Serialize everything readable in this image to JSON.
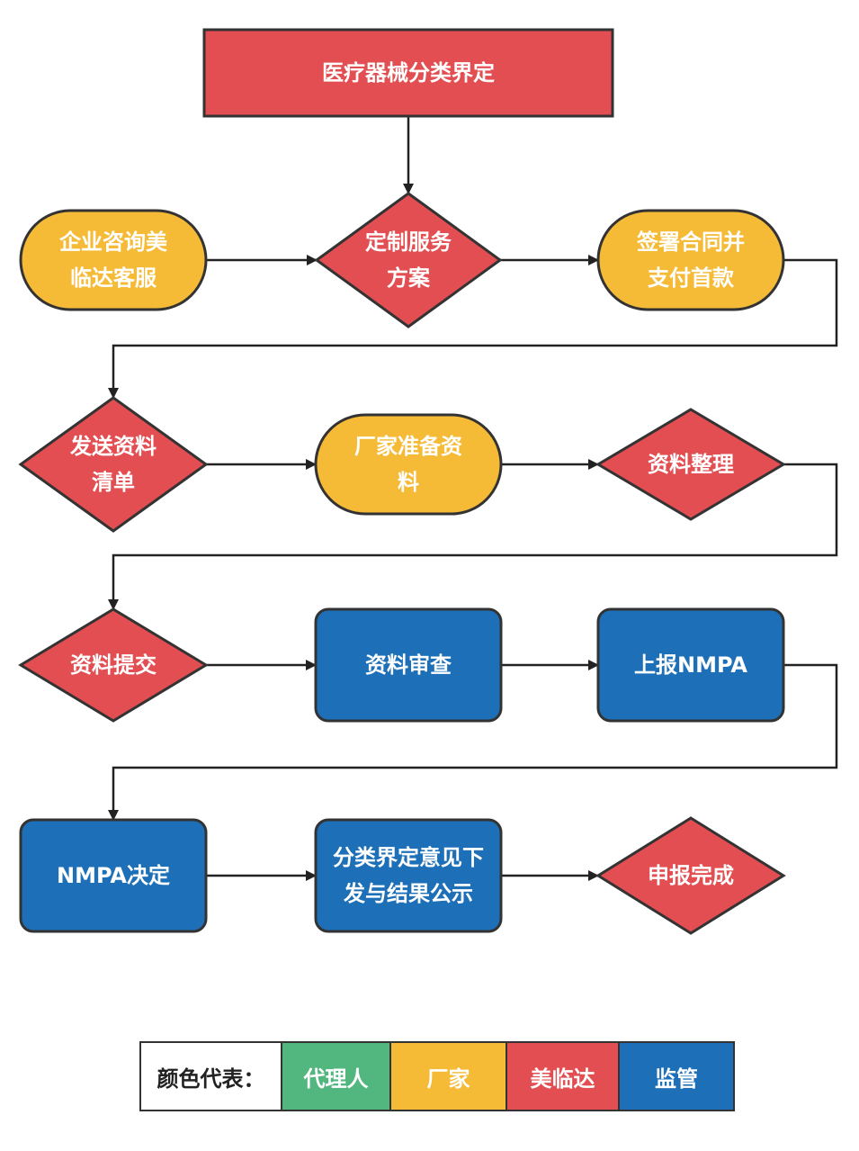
{
  "title": "医疗器械分类界定",
  "colors": {
    "agent": "#52b77e",
    "manufacturer": "#f5bb37",
    "meilinda": "#e24e51",
    "regulator": "#1d70b7",
    "stroke": "#333333"
  },
  "nodes": [
    {
      "id": "n0",
      "shape": "rect",
      "role": "meilinda",
      "lines": [
        "医疗器械分类界定"
      ]
    },
    {
      "id": "n1",
      "shape": "stadium",
      "role": "manufacturer",
      "lines": [
        "企业咨询美",
        "临达客服"
      ]
    },
    {
      "id": "n2",
      "shape": "diamond",
      "role": "meilinda",
      "lines": [
        "定制服务",
        "方案"
      ]
    },
    {
      "id": "n3",
      "shape": "stadium",
      "role": "manufacturer",
      "lines": [
        "签署合同并",
        "支付首款"
      ]
    },
    {
      "id": "n4",
      "shape": "diamond",
      "role": "meilinda",
      "lines": [
        "发送资料",
        "清单"
      ]
    },
    {
      "id": "n5",
      "shape": "stadium",
      "role": "manufacturer",
      "lines": [
        "厂家准备资",
        "料"
      ]
    },
    {
      "id": "n6",
      "shape": "diamond",
      "role": "meilinda",
      "lines": [
        "资料整理"
      ]
    },
    {
      "id": "n7",
      "shape": "diamond",
      "role": "meilinda",
      "lines": [
        "资料提交"
      ]
    },
    {
      "id": "n8",
      "shape": "rounded",
      "role": "regulator",
      "lines": [
        "资料审查"
      ]
    },
    {
      "id": "n9",
      "shape": "rounded",
      "role": "regulator",
      "lines": [
        "上报NMPA"
      ]
    },
    {
      "id": "n10",
      "shape": "rounded",
      "role": "regulator",
      "lines": [
        "NMPA决定"
      ]
    },
    {
      "id": "n11",
      "shape": "rounded",
      "role": "regulator",
      "lines": [
        "分类界定意见下",
        "发与结果公示"
      ]
    },
    {
      "id": "n12",
      "shape": "diamond",
      "role": "meilinda",
      "lines": [
        "申报完成"
      ]
    }
  ],
  "edges": [
    {
      "from": "n0",
      "to": "n2"
    },
    {
      "from": "n1",
      "to": "n2"
    },
    {
      "from": "n2",
      "to": "n3"
    },
    {
      "from": "n3",
      "to": "n4"
    },
    {
      "from": "n4",
      "to": "n5"
    },
    {
      "from": "n5",
      "to": "n6"
    },
    {
      "from": "n6",
      "to": "n7"
    },
    {
      "from": "n7",
      "to": "n8"
    },
    {
      "from": "n8",
      "to": "n9"
    },
    {
      "from": "n9",
      "to": "n10"
    },
    {
      "from": "n10",
      "to": "n11"
    },
    {
      "from": "n11",
      "to": "n12"
    }
  ],
  "legend": {
    "label": "颜色代表：",
    "items": [
      {
        "label": "代理人",
        "role": "agent"
      },
      {
        "label": "厂家",
        "role": "manufacturer"
      },
      {
        "label": "美临达",
        "role": "meilinda"
      },
      {
        "label": "监管",
        "role": "regulator"
      }
    ]
  }
}
